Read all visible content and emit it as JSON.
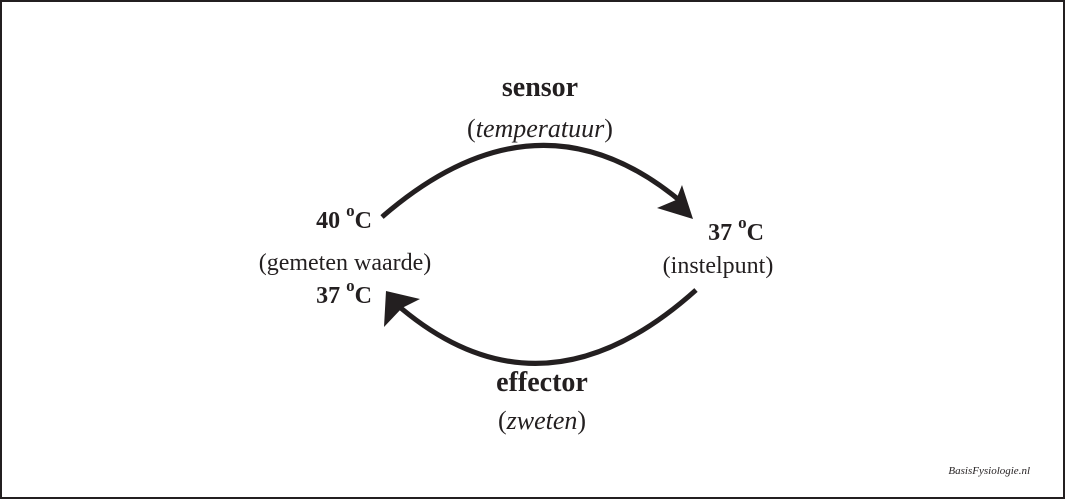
{
  "sensor": {
    "title": "sensor",
    "open": "(",
    "detail": "temperatuur",
    "close": ")"
  },
  "effector": {
    "title": "effector",
    "open": "(",
    "detail": "zweten",
    "close": ")"
  },
  "measured": {
    "value_before": "40",
    "value_after": "37",
    "degree": "o",
    "unit": "C",
    "label": "(gemeten waarde)"
  },
  "setpoint": {
    "value": "37",
    "degree": "o",
    "unit": "C",
    "label": "(instelpunt)"
  },
  "watermark": "BasisFysiologie.nl",
  "colors": {
    "ink": "#231f20",
    "border": "#231f20",
    "background": "#ffffff"
  }
}
